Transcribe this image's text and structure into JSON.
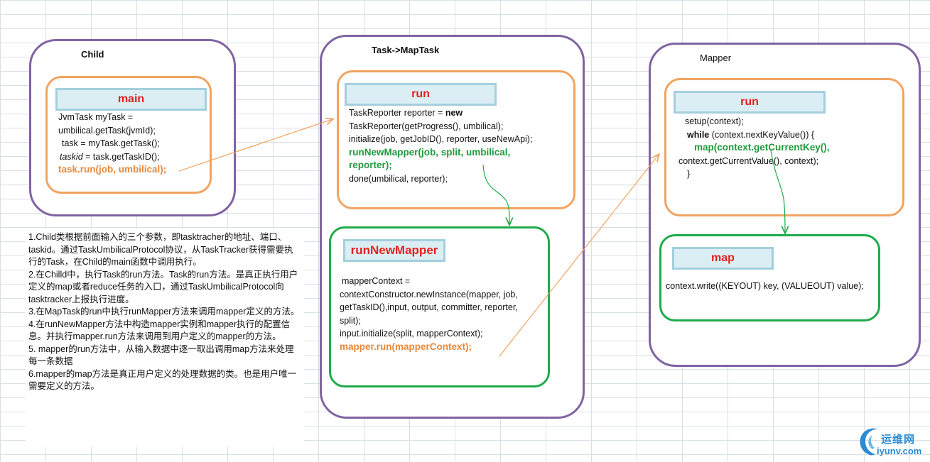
{
  "boxes": {
    "child": {
      "title": "Child",
      "main_label": "main",
      "code": {
        "line1": "JvmTask myTask =",
        "line2": "umbilical.getTask(jvmId);",
        "line3": "task = myTask.getTask();",
        "line4_var": "taskid",
        "line4_rest": " = task.getTaskID();",
        "line5": "task.run(job, umbilical);"
      }
    },
    "maptask": {
      "title": "Task->MapTask",
      "run_label": "run",
      "run_code": {
        "line1_a": "TaskReporter reporter = ",
        "line1_kw": "new",
        "line2": "TaskReporter(getProgress(), umbilical);",
        "line3": "initialize(job, getJobID(), reporter, useNewApi);",
        "line4": "runNewMapper(job, split, umbilical,",
        "line5": "reporter);",
        "line6": "done(umbilical, reporter);"
      },
      "runnewmapper_label": "runNewMapper",
      "rnm_code": {
        "line1": "mapperContext =",
        "line2": "contextConstructor.newInstance(mapper, job,",
        "line3": "getTaskID(),input, output, committer,   reporter,",
        "line4": "split);",
        "line5": "input.initialize(split, mapperContext);",
        "line6": "mapper.run(mapperContext);"
      }
    },
    "mapper": {
      "title": "Mapper",
      "run_label": "run",
      "run_code": {
        "line1": "setup(context);",
        "line2_kw": "while",
        "line2_rest": " (context.nextKeyValue()) {",
        "line3": "map(context.getCurrentKey(),",
        "line4": "context.getCurrentValue(), context);",
        "line5": "}"
      },
      "map_label": "map",
      "map_code": "context.write((KEYOUT) key, (VALUEOUT) value);"
    }
  },
  "notes": [
    "1.Child类根据前面输入的三个参数，即tasktracher的地址、端口、taskid。通过TaskUmbilicalProtocol协议，从TaskTracker获得需要执行的Task，在Child的main函数中调用执行。",
    "2.在Chilld中，执行Task的run方法。Task的run方法。是真正执行用户定义的map或者reduce任务的入口，通过TaskUmbilicalProtocol向tasktracker上报执行进度。",
    "3.在MapTask的run中执行runMapper方法来调用mapper定义的方法。",
    "4.在runNewMapper方法中构造mapper实例和mapper执行的配置信息。并执行mapper.run方法来调用到用户定义的mapper的方法。",
    "5. mapper的run方法中，从输入数据中逐一取出调用map方法来处理每一条数据",
    "6.mapper的map方法是真正用户定义的处理数据的类。也是用户唯一需要定义的方法。"
  ],
  "logo": {
    "cn": "运维网",
    "en": "iyunv.com"
  },
  "colors": {
    "outer_border": "#8064a2",
    "orange_border": "#f0a461",
    "green_border": "#1eab4b",
    "label_bg": "#dbeef4",
    "label_text": "#e4201f",
    "arrow_orange": "#f0a461",
    "arrow_green": "#1eab4b"
  }
}
